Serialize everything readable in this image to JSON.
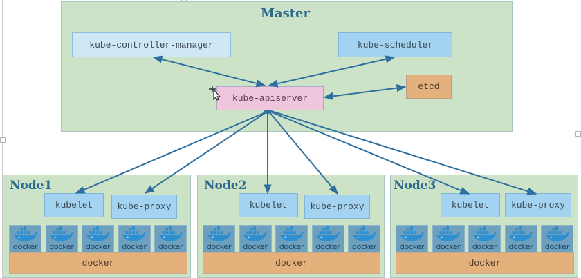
{
  "master": {
    "title": "Master",
    "components": {
      "controller_manager": "kube-controller-manager",
      "scheduler": "kube-scheduler",
      "apiserver": "kube-apiserver",
      "etcd": "etcd"
    }
  },
  "nodes": [
    {
      "title": "Node1",
      "kubelet": "kubelet",
      "proxy": "kube-proxy",
      "containers": [
        "docker",
        "docker",
        "docker",
        "docker",
        "docker"
      ],
      "runtime": "docker"
    },
    {
      "title": "Node2",
      "kubelet": "kubelet",
      "proxy": "kube-proxy",
      "containers": [
        "docker",
        "docker",
        "docker",
        "docker",
        "docker"
      ],
      "runtime": "docker"
    },
    {
      "title": "Node3",
      "kubelet": "kubelet",
      "proxy": "kube-proxy",
      "containers": [
        "docker",
        "docker",
        "docker",
        "docker",
        "docker"
      ],
      "runtime": "docker"
    }
  ],
  "connections": [
    {
      "from": "kube-apiserver",
      "to": "kube-controller-manager",
      "bidirectional": true
    },
    {
      "from": "kube-apiserver",
      "to": "kube-scheduler",
      "bidirectional": true
    },
    {
      "from": "kube-apiserver",
      "to": "etcd",
      "bidirectional": true
    },
    {
      "from": "kube-apiserver",
      "to": "Node1.kubelet"
    },
    {
      "from": "kube-apiserver",
      "to": "Node1.kube-proxy"
    },
    {
      "from": "kube-apiserver",
      "to": "Node2.kubelet"
    },
    {
      "from": "kube-apiserver",
      "to": "Node2.kube-proxy"
    },
    {
      "from": "kube-apiserver",
      "to": "Node3.kubelet"
    },
    {
      "from": "kube-apiserver",
      "to": "Node3.kube-proxy"
    }
  ],
  "colors": {
    "group_bg": "#cde3c7",
    "arrow": "#2f6f9f",
    "apiserver": "#efc6dc",
    "etcd": "#e4b07c",
    "scheduler": "#a4d3f1",
    "controller_manager": "#cfe8f6"
  }
}
